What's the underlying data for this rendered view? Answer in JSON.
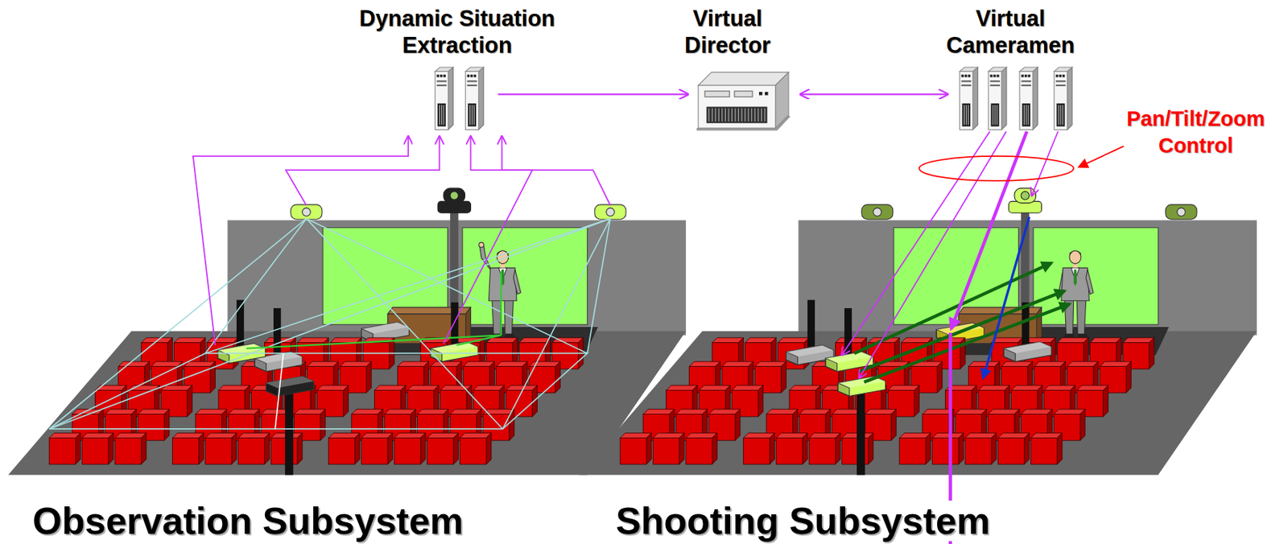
{
  "diagram": {
    "nodes": [
      {
        "text": [
          "Dynamic Situation Extraction"
        ]
      },
      {
        "text": [
          "Virtual Director"
        ]
      },
      {
        "text": [
          "Virtual Cameramen"
        ]
      }
    ],
    "edges": [
      {
        "from": 0,
        "to": 1,
        "arrow": "to"
      },
      {
        "from": 1,
        "to": 2,
        "arrow": "both"
      }
    ],
    "labels": [
      "Pan/Tilt/Zoom Control",
      "Observation Subsystem",
      "Shooting Subsystem"
    ]
  }
}
